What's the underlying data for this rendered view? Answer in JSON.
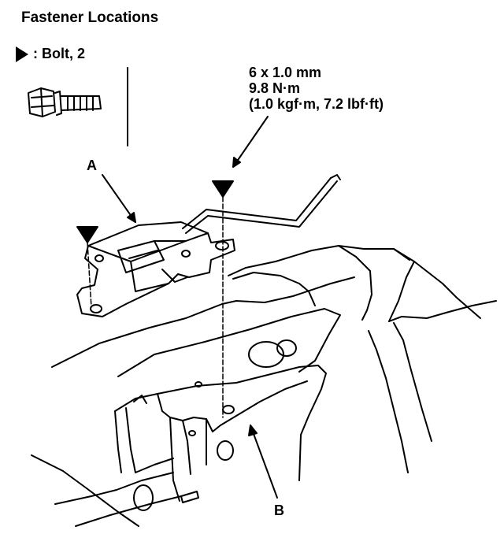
{
  "title": "Fastener Locations",
  "legend": {
    "symbol": "bolt-triangle",
    "label": ": Bolt, 2"
  },
  "spec": {
    "line1": "6 x 1.0 mm",
    "line2": "9.8 N·m",
    "line3": "(1.0 kgf·m, 7.2 lbf·ft)"
  },
  "callouts": {
    "a": "A",
    "b": "B"
  }
}
